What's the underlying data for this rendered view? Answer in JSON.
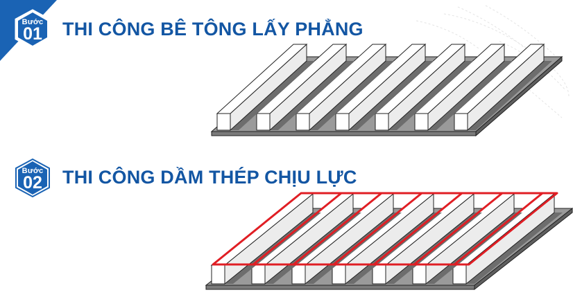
{
  "step1": {
    "label": "Bước",
    "number": "01",
    "title": "THI CÔNG BÊ TÔNG LẤY PHẲNG"
  },
  "step2": {
    "label": "Bước",
    "number": "02",
    "title": "THI CÔNG DẦM THÉP CHỊU LỰC"
  },
  "colors": {
    "brand_blue": "#1356a3",
    "badge_blue": "#1a63b4",
    "steel_red": "#e01e24",
    "slab_grey": "#7a7a7a",
    "beam_outline": "#222222"
  },
  "icons": {
    "badge_shape": "hexagon-icon",
    "corner_decor": "corner-triangle"
  },
  "diagram1": {
    "beam_count": 7,
    "has_steel_frame": false
  },
  "diagram2": {
    "beam_count": 7,
    "has_steel_frame": true
  }
}
